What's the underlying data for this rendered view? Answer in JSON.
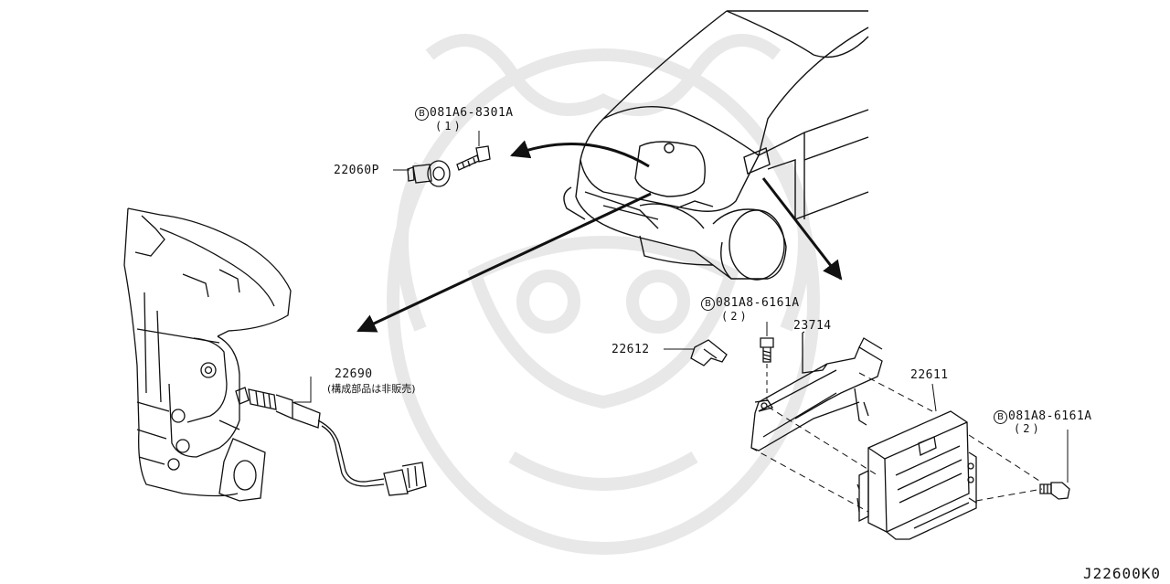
{
  "badge_letter": "B",
  "callouts": {
    "bolt_sensor_a": {
      "part": "081A6-8301A",
      "qty": "(1)"
    },
    "knock_sensor": {
      "part": "22060P"
    },
    "bolt_bracket": {
      "part": "081A8-6161A",
      "qty": "(2)"
    },
    "bracket": {
      "part": "23714"
    },
    "clip": {
      "part": "22612"
    },
    "ecm": {
      "part": "22611"
    },
    "bolt_ecm": {
      "part": "081A8-6161A",
      "qty": "(2)"
    },
    "oxygen_sensor": {
      "part": "22690",
      "note": "(構成部品は非販売)"
    }
  },
  "diagram_code": "J22600K0",
  "colors": {
    "ink": "#111111",
    "watermark": "#e6e6e6"
  }
}
